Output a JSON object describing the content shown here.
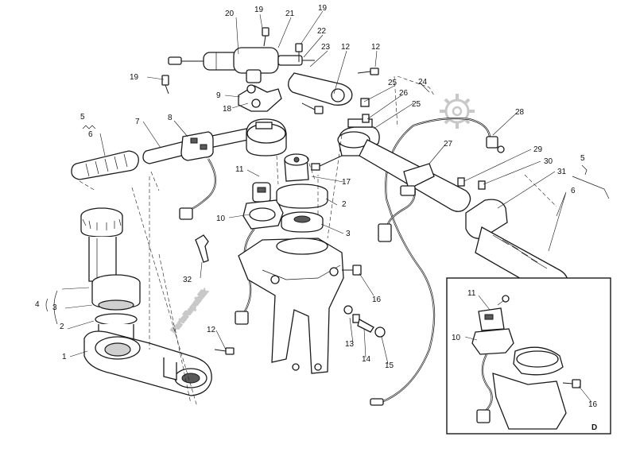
{
  "watermark": "PartsRepublik",
  "detail_label": "D",
  "callouts": {
    "c1": "1",
    "c2a": "2",
    "c2b": "2",
    "c3a": "3",
    "c3b": "3",
    "c4": "4",
    "c5a": "5",
    "c5b": "5",
    "c6a": "6",
    "c6b": "6",
    "c7": "7",
    "c8": "8",
    "c9": "9",
    "c10a": "10",
    "c10b": "10",
    "c11a": "11",
    "c11b": "11",
    "c12a": "12",
    "c12b": "12",
    "c13": "13",
    "c14": "14",
    "c15": "15",
    "c16a": "16",
    "c16b": "16",
    "c17": "17",
    "c18": "18",
    "c19a": "19",
    "c19b": "19",
    "c19c": "19",
    "c20": "20",
    "c21": "21",
    "c22": "22",
    "c23": "23",
    "c24": "24",
    "c25a": "25",
    "c25b": "25",
    "c26": "26",
    "c27": "27",
    "c28": "28",
    "c29": "29",
    "c30": "30",
    "c31": "31",
    "c32": "32"
  }
}
